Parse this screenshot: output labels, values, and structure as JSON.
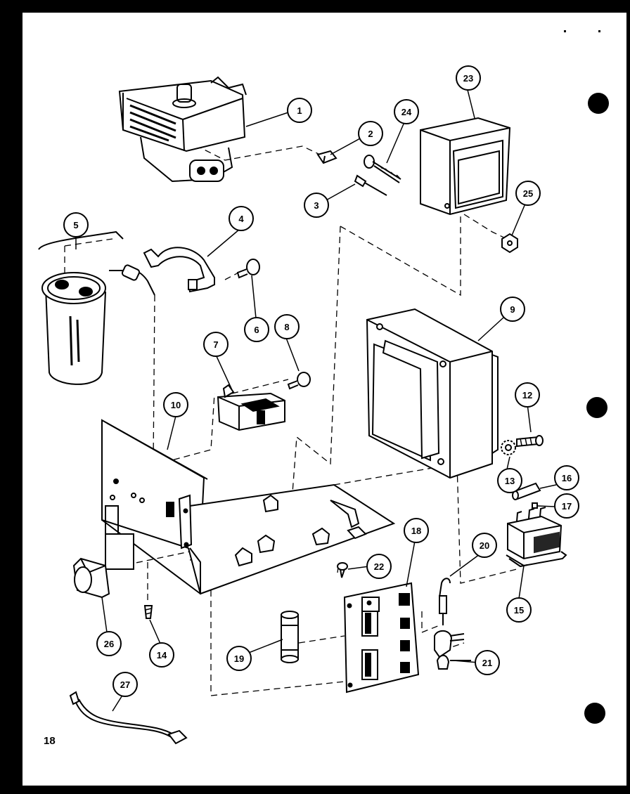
{
  "page": {
    "number": "18"
  },
  "callouts": [
    "1",
    "2",
    "3",
    "4",
    "5",
    "6",
    "7",
    "8",
    "9",
    "10",
    "12",
    "13",
    "14",
    "15",
    "16",
    "17",
    "18",
    "19",
    "20",
    "21",
    "22",
    "23",
    "24",
    "25",
    "26",
    "27"
  ]
}
